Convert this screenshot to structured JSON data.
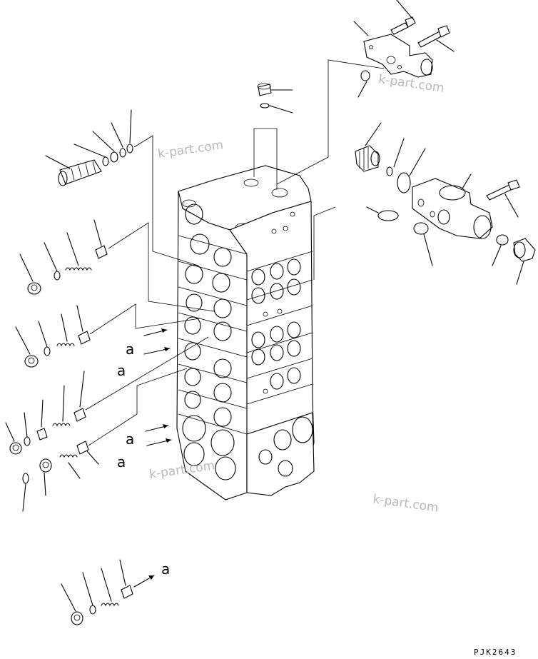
{
  "labels": {
    "a": "a"
  },
  "watermark": "k-part.com",
  "drawing_code": "PJK2643"
}
